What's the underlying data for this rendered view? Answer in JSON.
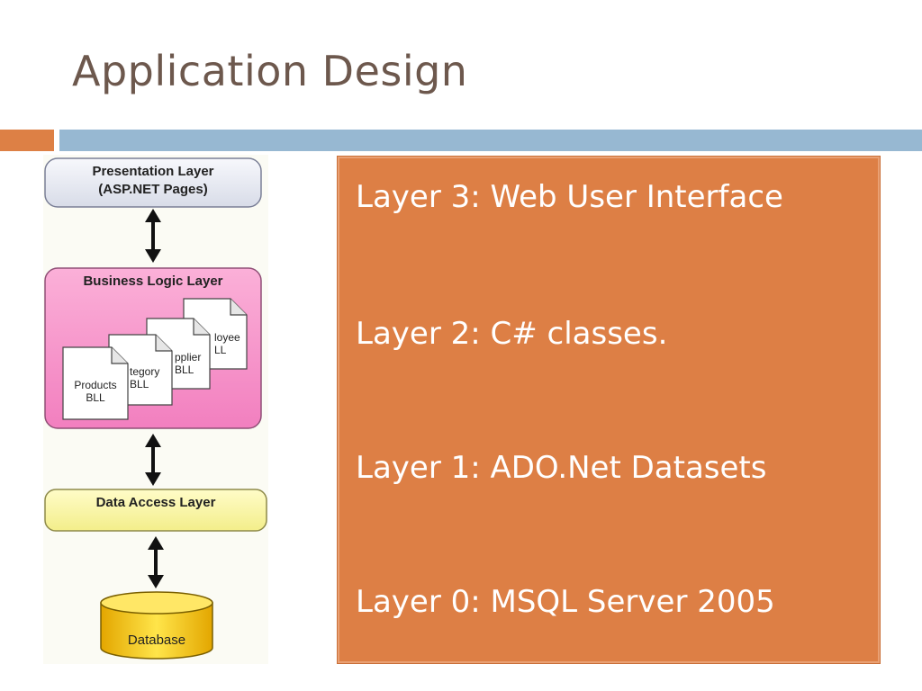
{
  "slide": {
    "title": "Application Design",
    "colors": {
      "title": "#6d584d",
      "accent_orange": "#dd8045",
      "accent_blue": "#97b8d2",
      "panel": "#dd7f45"
    }
  },
  "diagram": {
    "presentation": {
      "line1": "Presentation Layer",
      "line2": "(ASP.NET Pages)"
    },
    "business": {
      "title": "Business Logic Layer",
      "documents": [
        {
          "line1": "loyee",
          "line2": "LL"
        },
        {
          "line1": "pplier",
          "line2": "BLL"
        },
        {
          "line1": "tegory",
          "line2": "BLL"
        },
        {
          "line1": "Products",
          "line2": "BLL"
        }
      ]
    },
    "data_access": {
      "label": "Data Access Layer"
    },
    "database": {
      "label": "Database"
    }
  },
  "panel": {
    "layers": [
      "Layer 3: Web User Interface",
      "Layer 2: C# classes.",
      "Layer 1: ADO.Net Datasets",
      "Layer 0: MSQL Server 2005"
    ]
  }
}
